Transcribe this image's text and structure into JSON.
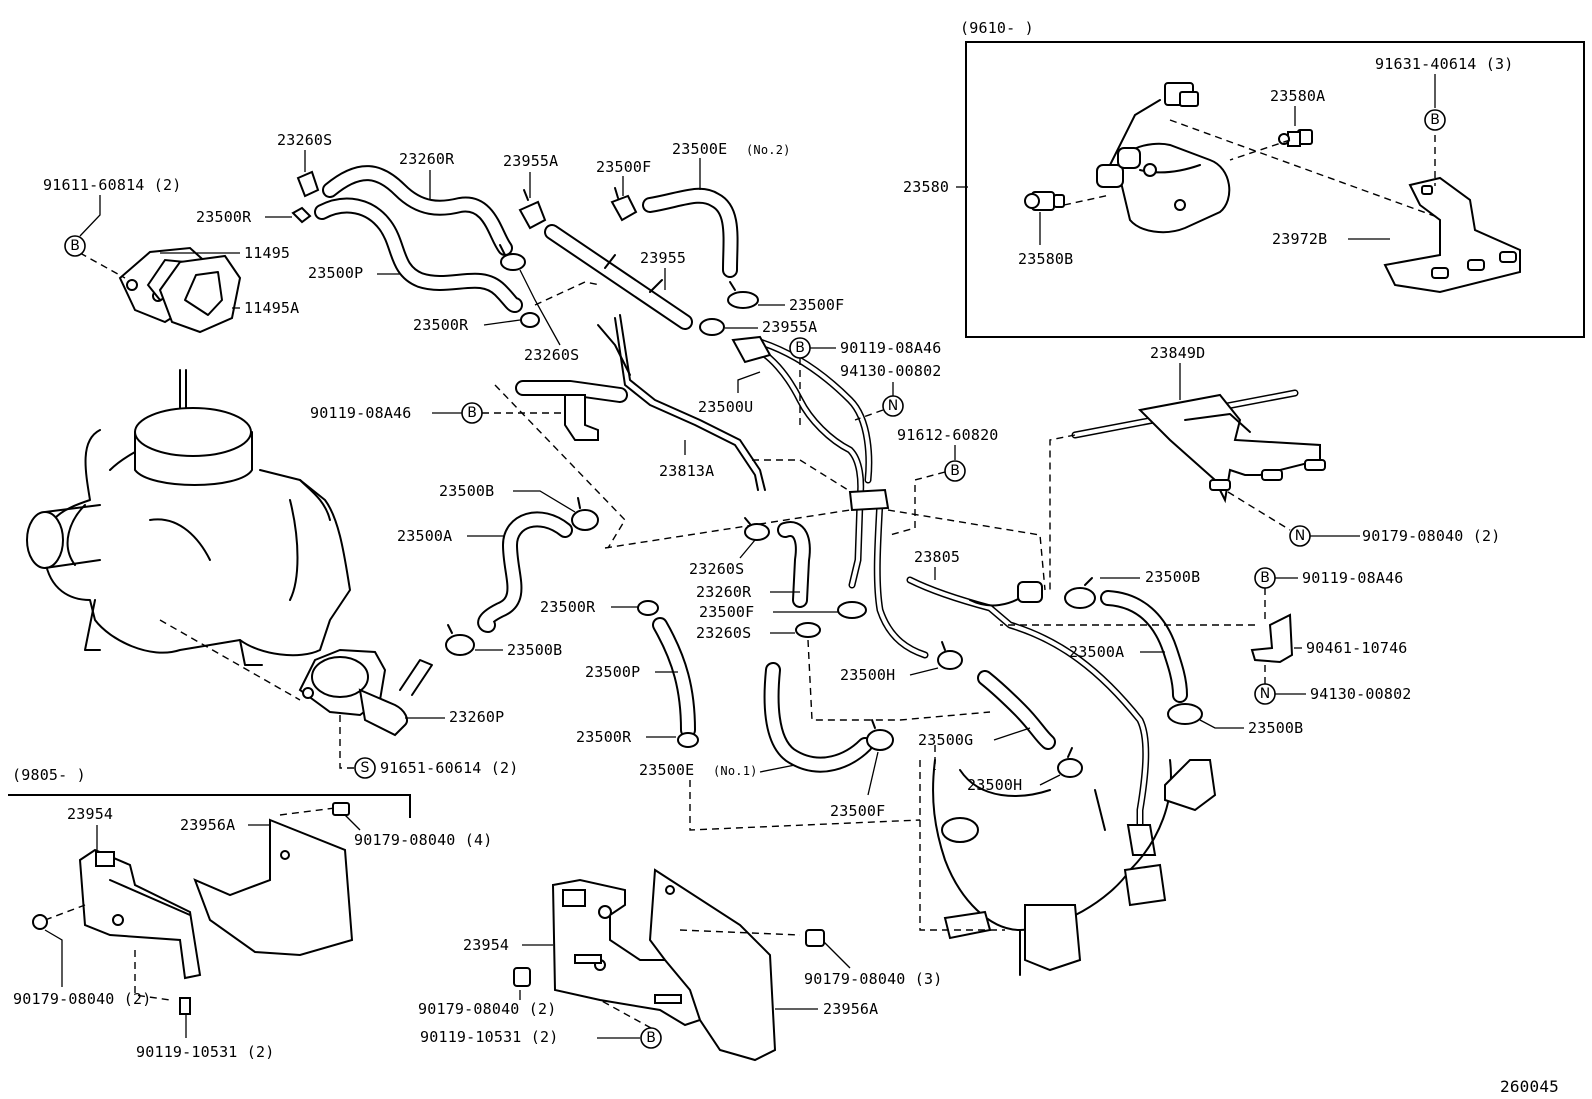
{
  "diagram": {
    "figure_number": "260045",
    "inset_top": {
      "label": "(9610-     )"
    },
    "inset_bottom": {
      "label": "(9805-     )"
    },
    "callouts": {
      "c_91611_60814": "91611-60814 (2)",
      "c_11495": "11495",
      "c_11495A": "11495A",
      "c_23260S_a": "23260S",
      "c_23260R_a": "23260R",
      "c_23500R_a": "23500R",
      "c_23500P_a": "23500P",
      "c_23500R_b": "23500R",
      "c_23955A_a": "23955A",
      "c_23500F_a": "23500F",
      "c_23500E_no2": "23500E",
      "c_no2": "(No.2)",
      "c_23955": "23955",
      "c_23260S_b": "23260S",
      "c_23500F_b": "23500F",
      "c_23955A_b": "23955A",
      "c_90119_08A46_a": "90119-08A46",
      "c_94130_00802_a": "94130-00802",
      "c_23500U": "23500U",
      "c_90119_08A46_b": "90119-08A46",
      "c_23813A": "23813A",
      "c_91612_60820": "91612-60820",
      "c_23500B_a": "23500B",
      "c_23500A_a": "23500A",
      "c_23260S_c": "23260S",
      "c_23260R_b": "23260R",
      "c_23500R_c": "23500R",
      "c_23500F_c": "23500F",
      "c_23260S_d": "23260S",
      "c_23500B_b": "23500B",
      "c_23500P_b": "23500P",
      "c_23260P": "23260P",
      "c_23500R_d": "23500R",
      "c_23500E_no1": "23500E",
      "c_no1": "(No.1)",
      "c_23500F_d": "23500F",
      "c_23500H_a": "23500H",
      "c_23500G": "23500G",
      "c_23500H_b": "23500H",
      "c_23805": "23805",
      "c_23500B_c": "23500B",
      "c_23500A_b": "23500A",
      "c_23500B_d": "23500B",
      "c_91651_60614": "91651-60614 (2)",
      "c_23849D": "23849D",
      "c_90179_08040_a": "90179-08040 (2)",
      "c_90119_08A46_c": "90119-08A46",
      "c_90461_10746": "90461-10746",
      "c_94130_00802_b": "94130-00802",
      "c_23580": "23580",
      "c_23580A": "23580A",
      "c_23580B": "23580B",
      "c_91631_40614": "91631-40614 (3)",
      "c_23972B": "23972B",
      "c_23954_a": "23954",
      "c_23956A_a": "23956A",
      "c_90179_08040_b": "90179-08040 (4)",
      "c_90179_08040_c": "90179-08040 (2)",
      "c_90119_10531_a": "90119-10531 (2)",
      "c_23954_b": "23954",
      "c_90179_08040_d": "90179-08040 (2)",
      "c_90119_10531_b": "90119-10531 (2)",
      "c_90179_08040_e": "90179-08040 (3)",
      "c_23956A_b": "23956A"
    },
    "symbols": {
      "bolt_B": "B",
      "nut_N": "N",
      "stud_S": "S"
    }
  }
}
